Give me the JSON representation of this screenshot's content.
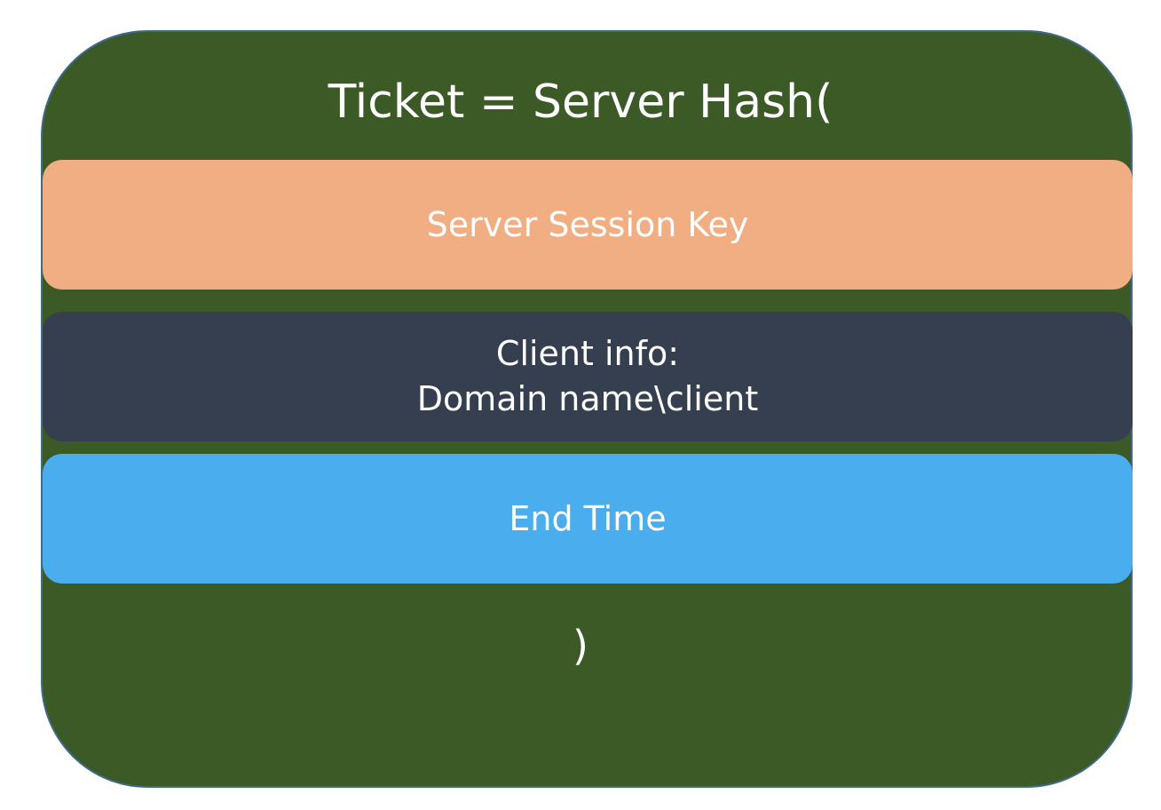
{
  "diagram": {
    "title": "Ticket = Server Hash(",
    "fields": [
      {
        "label": "Server Session Key"
      },
      {
        "lines": [
          "Client info:",
          "Domain name\\client"
        ]
      },
      {
        "label": "End Time"
      }
    ],
    "closing": ")"
  },
  "colors": {
    "container": "#3b5a25",
    "container_border": "#3f6a8a",
    "session_key": "#f0ae82",
    "client_info": "#353f50",
    "end_time": "#4aaeee",
    "text": "#ffffff"
  }
}
